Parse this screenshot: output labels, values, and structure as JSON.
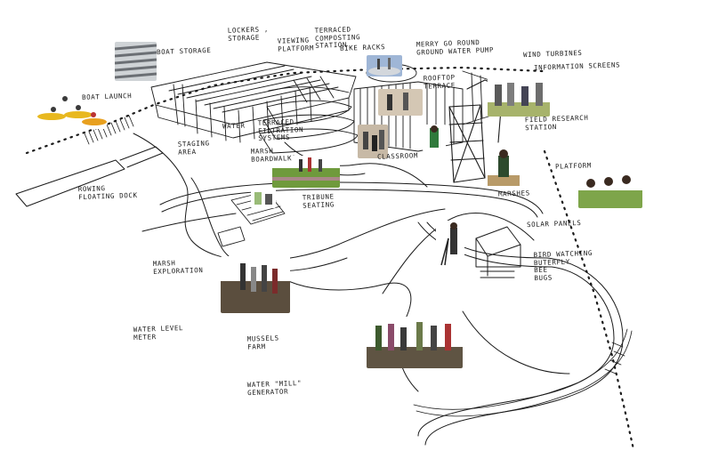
{
  "labels": {
    "boat_storage": "BOAT STORAGE",
    "lockers_storage": "LOCKERS ,\nSTORAGE",
    "viewing_platform": "VIEWING\nPLATFORM",
    "terraced_composting": "TERRACED\nCOMPOSTING\nSTATION",
    "bike_racks": "BIKE RACKS",
    "merry_go_round": "MERRY GO ROUND\nGROUND WATER PUMP",
    "wind_turbines": "WIND TURBINES",
    "information_screens": "INFORMATION SCREENS",
    "boat_launch": "BOAT LAUNCH",
    "rooftop_terrace": "ROOFTOP\nTERRACE",
    "water": "WATER",
    "terraced_filtration": "TERRACED\nFILTRATION\nSYSTEMS",
    "field_research": "FIELD RESEARCH\nSTATION",
    "staging_area": "STAGING\nAREA",
    "marsh_boardwalk": "MARSH\nBOARDWALK",
    "classroom": "CLASSROOM",
    "platform": "PLATFORM",
    "rowing_dock": "ROWING\nFLOATING DOCK",
    "tribune_seating": "TRIBUNE\nSEATING",
    "marshes": "MARSHES",
    "solar_panels": "SOLAR PANELS",
    "bird_watching": "BIRD WATCHING\nBUTERFLY\nBEE\nBUGS",
    "marsh_exploration": "MARSH\nEXPLORATION",
    "water_level_meter": "WATER LEVEL\nMETER",
    "mussels_farm": "MUSSELS\nFARM",
    "water_mill": "WATER \"MILL\"\nGENERATOR"
  },
  "colors": {
    "ink": "#1b1b1b",
    "water_blue": "#9fb6d6",
    "marsh_green": "#6f9a3c",
    "kayak_yellow": "#e8b81f",
    "mud": "#6d5a44"
  },
  "photos": [
    {
      "name": "boat-storage-photo",
      "subject": "stacked rowing boats"
    },
    {
      "name": "boat-launch-photo",
      "subject": "kayakers on water"
    },
    {
      "name": "merry-go-round-photo",
      "subject": "children on merry-go-round"
    },
    {
      "name": "information-screens-photo",
      "subject": "group at screens"
    },
    {
      "name": "rooftop-terrace-photo",
      "subject": "kids on rooftop"
    },
    {
      "name": "classroom-photo",
      "subject": "outdoor classroom"
    },
    {
      "name": "field-research-photo",
      "subject": "student with microscope"
    },
    {
      "name": "marsh-boardwalk-photo",
      "subject": "students on boardwalk"
    },
    {
      "name": "platform-photo",
      "subject": "children at platform"
    },
    {
      "name": "marsh-exploration-photo",
      "subject": "group in marsh"
    },
    {
      "name": "mussels-farm-photo",
      "subject": "group at shoreline"
    }
  ]
}
